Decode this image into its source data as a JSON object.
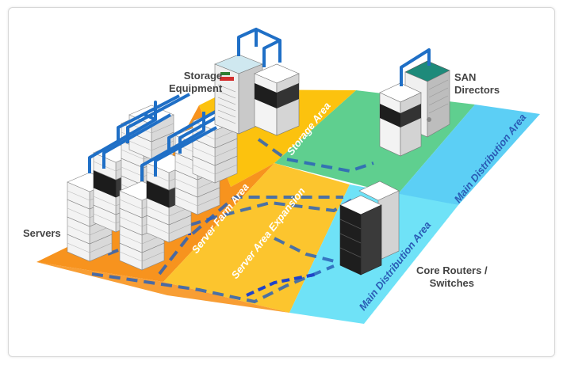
{
  "labels": {
    "servers": "Servers",
    "storage_equipment": "Storage\nEquipment",
    "san_directors": "SAN\nDirectors",
    "core_routers": "Core Routers /\nSwitches"
  },
  "areas": {
    "server_farm": "Server Farm Area",
    "server_expansion": "Server Area Expansion",
    "storage": "Storage Area",
    "main_distribution_top": "Main Distribution Area",
    "main_distribution_bottom": "Main Distribution Area"
  },
  "colors": {
    "server_farm": "#f7931e",
    "server_expansion": "#fcc52e",
    "storage": "#fcc20e",
    "distribution_top": "#5ccff5",
    "distribution_bottom": "#6fe2f7",
    "green_zone": "#5fcf8f",
    "cable_blue": "#1f6fc6",
    "dashed_blue": "#2b62b8"
  }
}
